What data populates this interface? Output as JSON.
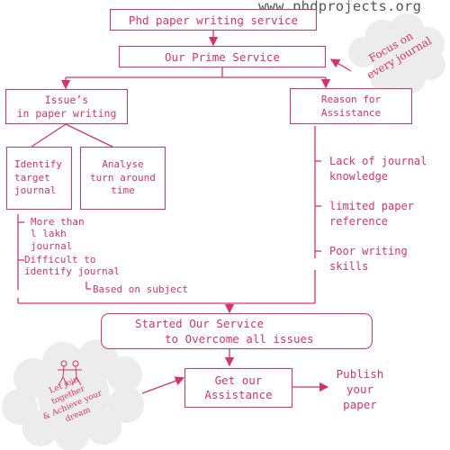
{
  "watermark": "www.phdprojects.org",
  "nodes": {
    "title": "Phd paper writing service",
    "prime": "Our Prime Service",
    "issues": "Issue’s\nin paper writing",
    "reason": "Reason for\nAssistance",
    "identify": "Identify\ntarget\njournal",
    "analyse": "Analyse\nturn around\ntime",
    "started": "Started Our Service\nto Overcome all issues",
    "get": "Get our\nAssistance",
    "publish": "Publish\nyour\npaper"
  },
  "issue_notes": {
    "more_than": "More than\nl lakh\njournal",
    "difficult": "Difficult to\nidentify journal",
    "based": "Based on subject"
  },
  "reasons": [
    "Lack of journal\nknowledge",
    "limited paper\nreference",
    "Poor writing\nskills"
  ],
  "clouds": {
    "focus": "Focus on\nevery journal",
    "join": "Let join\ntogether\n& Achieve your\ndream"
  },
  "colors": {
    "primary": "#d6336c",
    "cloud": "#ececec"
  }
}
